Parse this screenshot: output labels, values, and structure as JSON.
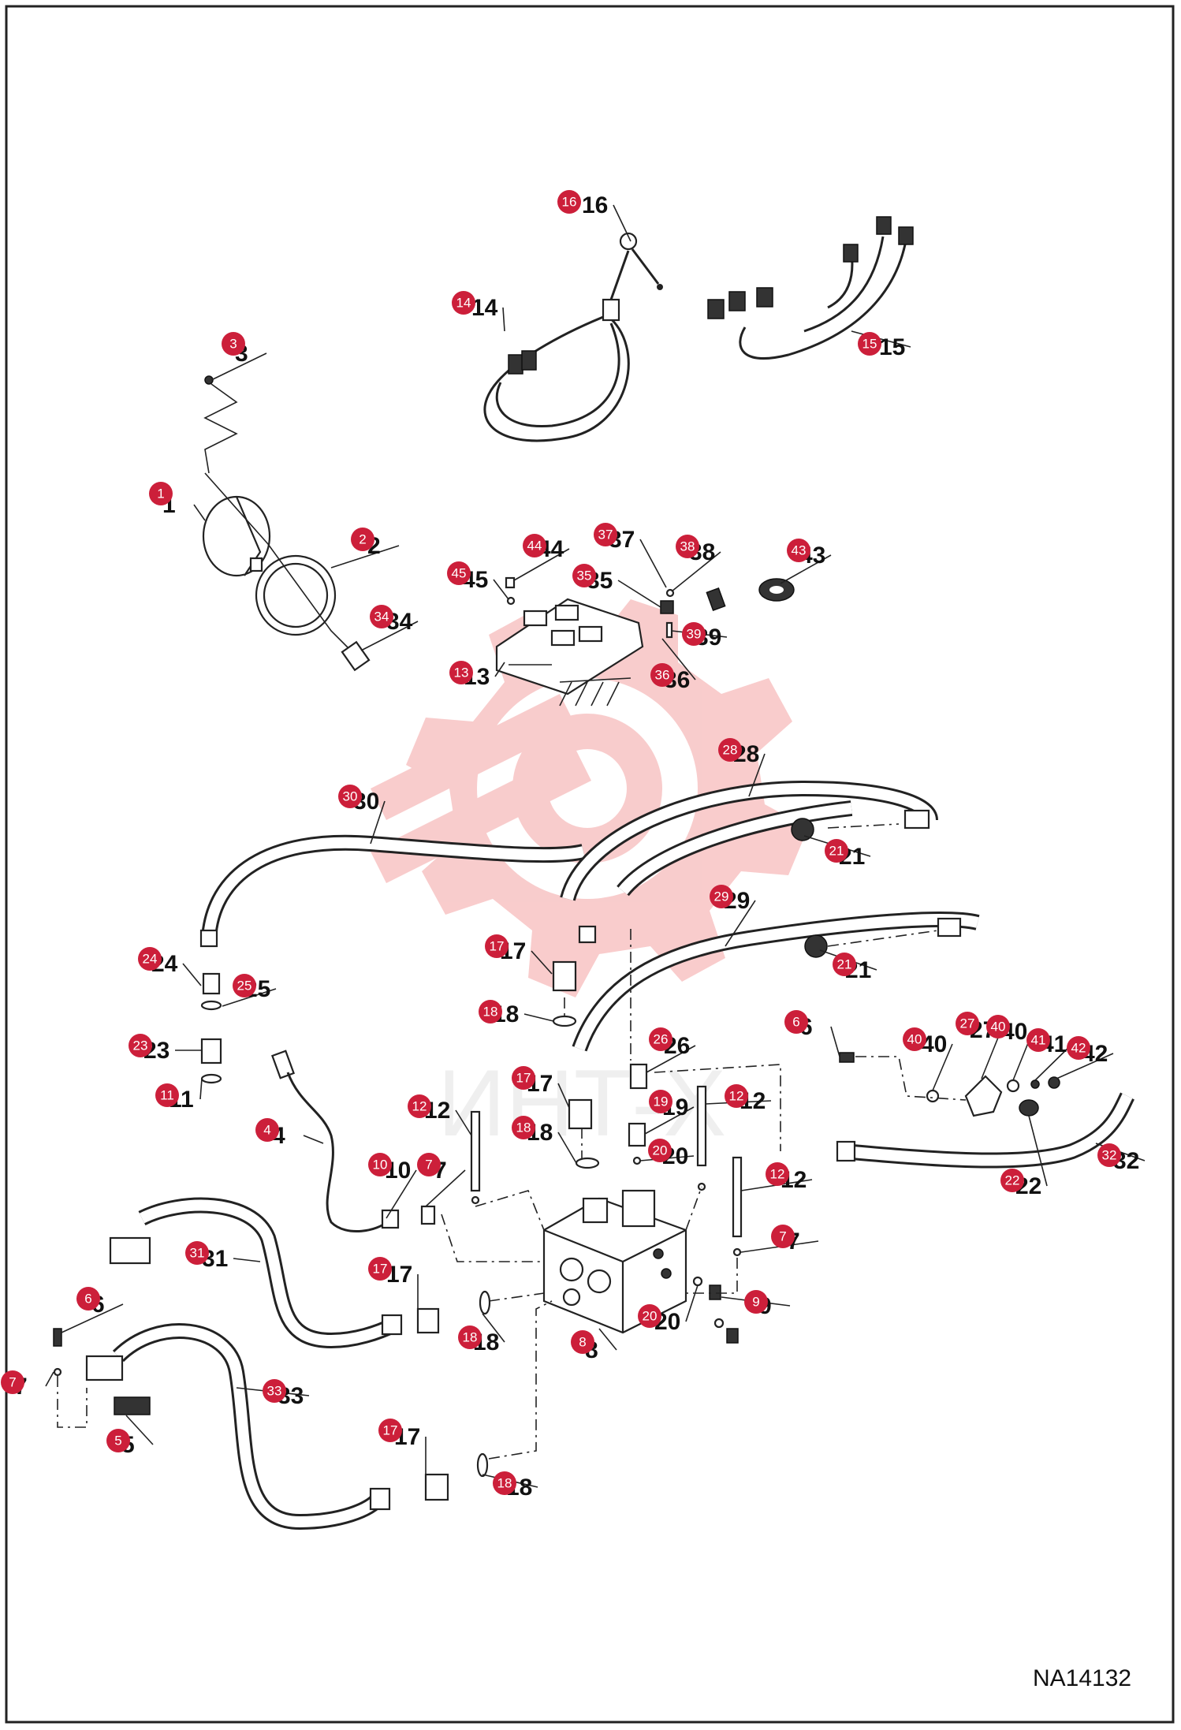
{
  "drawing_id": "NA14132",
  "watermark_text": "ИНТ-Х",
  "colors": {
    "badge": "#cc1f3a",
    "watermark": "#f4a3a3",
    "line": "#222222"
  },
  "callouts": [
    {
      "id": "c16",
      "number": "16"
    },
    {
      "id": "c14",
      "number": "14"
    },
    {
      "id": "c15",
      "number": "15"
    },
    {
      "id": "c3",
      "number": "3"
    },
    {
      "id": "c1",
      "number": "1"
    },
    {
      "id": "c2",
      "number": "2"
    },
    {
      "id": "c34",
      "number": "34"
    },
    {
      "id": "c44",
      "number": "44"
    },
    {
      "id": "c37",
      "number": "37"
    },
    {
      "id": "c38",
      "number": "38"
    },
    {
      "id": "c43",
      "number": "43"
    },
    {
      "id": "c45",
      "number": "45"
    },
    {
      "id": "c35",
      "number": "35"
    },
    {
      "id": "c39",
      "number": "39"
    },
    {
      "id": "c13",
      "number": "13"
    },
    {
      "id": "c36",
      "number": "36"
    },
    {
      "id": "c28",
      "number": "28"
    },
    {
      "id": "c30",
      "number": "30"
    },
    {
      "id": "c21a",
      "number": "21"
    },
    {
      "id": "c29",
      "number": "29"
    },
    {
      "id": "c17a",
      "number": "17"
    },
    {
      "id": "c21b",
      "number": "21"
    },
    {
      "id": "c24",
      "number": "24"
    },
    {
      "id": "c25",
      "number": "25"
    },
    {
      "id": "c18a",
      "number": "18"
    },
    {
      "id": "c6a",
      "number": "6"
    },
    {
      "id": "c27",
      "number": "27"
    },
    {
      "id": "c40a",
      "number": "40"
    },
    {
      "id": "c40b",
      "number": "40"
    },
    {
      "id": "c41",
      "number": "41"
    },
    {
      "id": "c42",
      "number": "42"
    },
    {
      "id": "c23",
      "number": "23"
    },
    {
      "id": "c26",
      "number": "26"
    },
    {
      "id": "c17b",
      "number": "17"
    },
    {
      "id": "c11",
      "number": "11"
    },
    {
      "id": "c12a",
      "number": "12"
    },
    {
      "id": "c12b",
      "number": "12"
    },
    {
      "id": "c19",
      "number": "19"
    },
    {
      "id": "c18b",
      "number": "18"
    },
    {
      "id": "c4",
      "number": "4"
    },
    {
      "id": "c20a",
      "number": "20"
    },
    {
      "id": "c32",
      "number": "32"
    },
    {
      "id": "c10",
      "number": "10"
    },
    {
      "id": "c7a",
      "number": "7"
    },
    {
      "id": "c12c",
      "number": "12"
    },
    {
      "id": "c22",
      "number": "22"
    },
    {
      "id": "c7b",
      "number": "7"
    },
    {
      "id": "c31",
      "number": "31"
    },
    {
      "id": "c17c",
      "number": "17"
    },
    {
      "id": "c9",
      "number": "9"
    },
    {
      "id": "c6b",
      "number": "6"
    },
    {
      "id": "c20b",
      "number": "20"
    },
    {
      "id": "c18c",
      "number": "18"
    },
    {
      "id": "c8",
      "number": "8"
    },
    {
      "id": "c7c",
      "number": "7"
    },
    {
      "id": "c33",
      "number": "33"
    },
    {
      "id": "c5",
      "number": "5"
    },
    {
      "id": "c17d",
      "number": "17"
    },
    {
      "id": "c18d",
      "number": "18"
    }
  ]
}
